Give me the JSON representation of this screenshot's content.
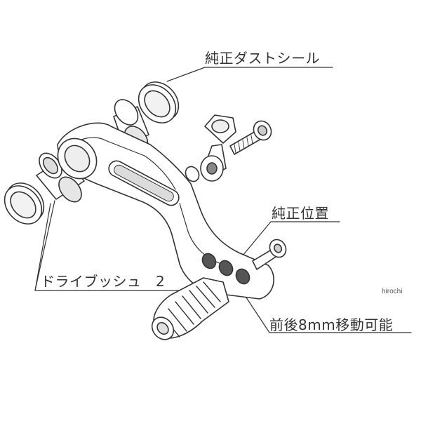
{
  "labels": {
    "dust_seal": "純正ダストシール",
    "stock_position": "純正位置",
    "drive_bush": "ドライブッシュ　2",
    "adjustable": "前後8mm移動可能"
  },
  "watermark": "hirochi",
  "colors": {
    "line": "#333333",
    "part_fill": "#ffffff",
    "shade": "#c8c8c8",
    "dark": "#666666"
  }
}
